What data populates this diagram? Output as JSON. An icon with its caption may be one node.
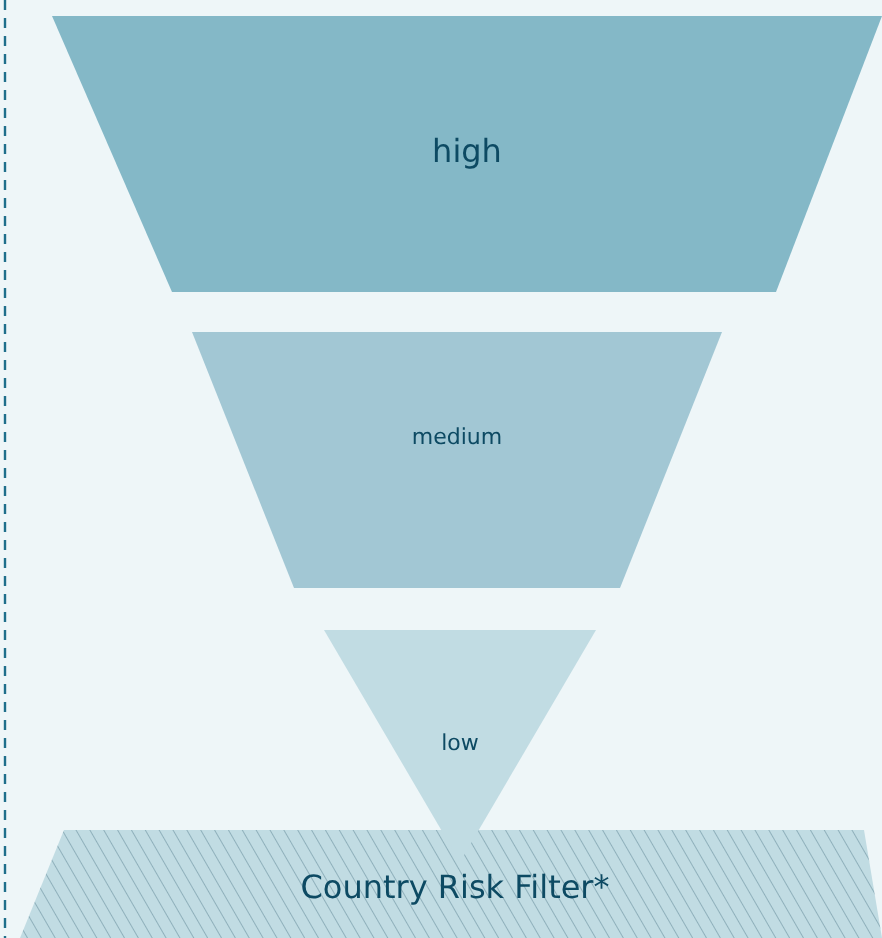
{
  "diagram": {
    "nodes": [
      {
        "text": [
          "high"
        ]
      },
      {
        "text": [
          "medium"
        ]
      },
      {
        "text": [
          "low"
        ]
      },
      {
        "text": [
          "Country Risk Filter*"
        ]
      }
    ]
  }
}
